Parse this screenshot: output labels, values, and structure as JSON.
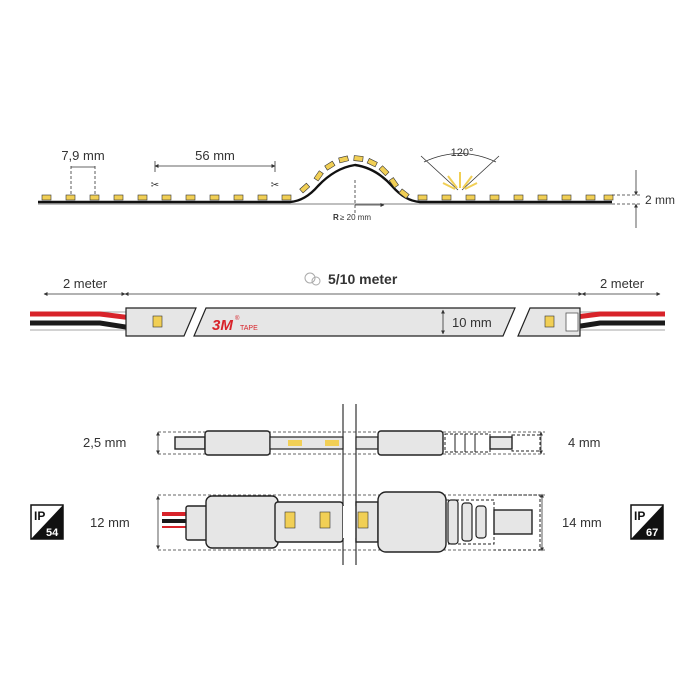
{
  "profile": {
    "pitch_label": "7,9 mm",
    "segment_label": "56 mm",
    "angle_label": "120°",
    "radius_prefix": "R",
    "radius_value": "≥ 20 mm",
    "height_label": "2 mm",
    "led_color": "#f1cf55"
  },
  "strip": {
    "lead_left_label": "2 meter",
    "length_label": "5/10 meter",
    "lead_right_label": "2 meter",
    "width_label": "10 mm",
    "tape_brand": "3M",
    "tape_brand_mark": "®",
    "tape_text": "TAPE",
    "brand_color": "#d8232a",
    "wire_red": "#d8232a",
    "wire_black": "#1a1a1a"
  },
  "connectors": {
    "small_left_label": "2,5 mm",
    "small_right_label": "4 mm",
    "large_left_label": "12 mm",
    "large_right_label": "14 mm",
    "ip_left": {
      "letters": "IP",
      "number": "54"
    },
    "ip_right": {
      "letters": "IP",
      "number": "67"
    }
  }
}
